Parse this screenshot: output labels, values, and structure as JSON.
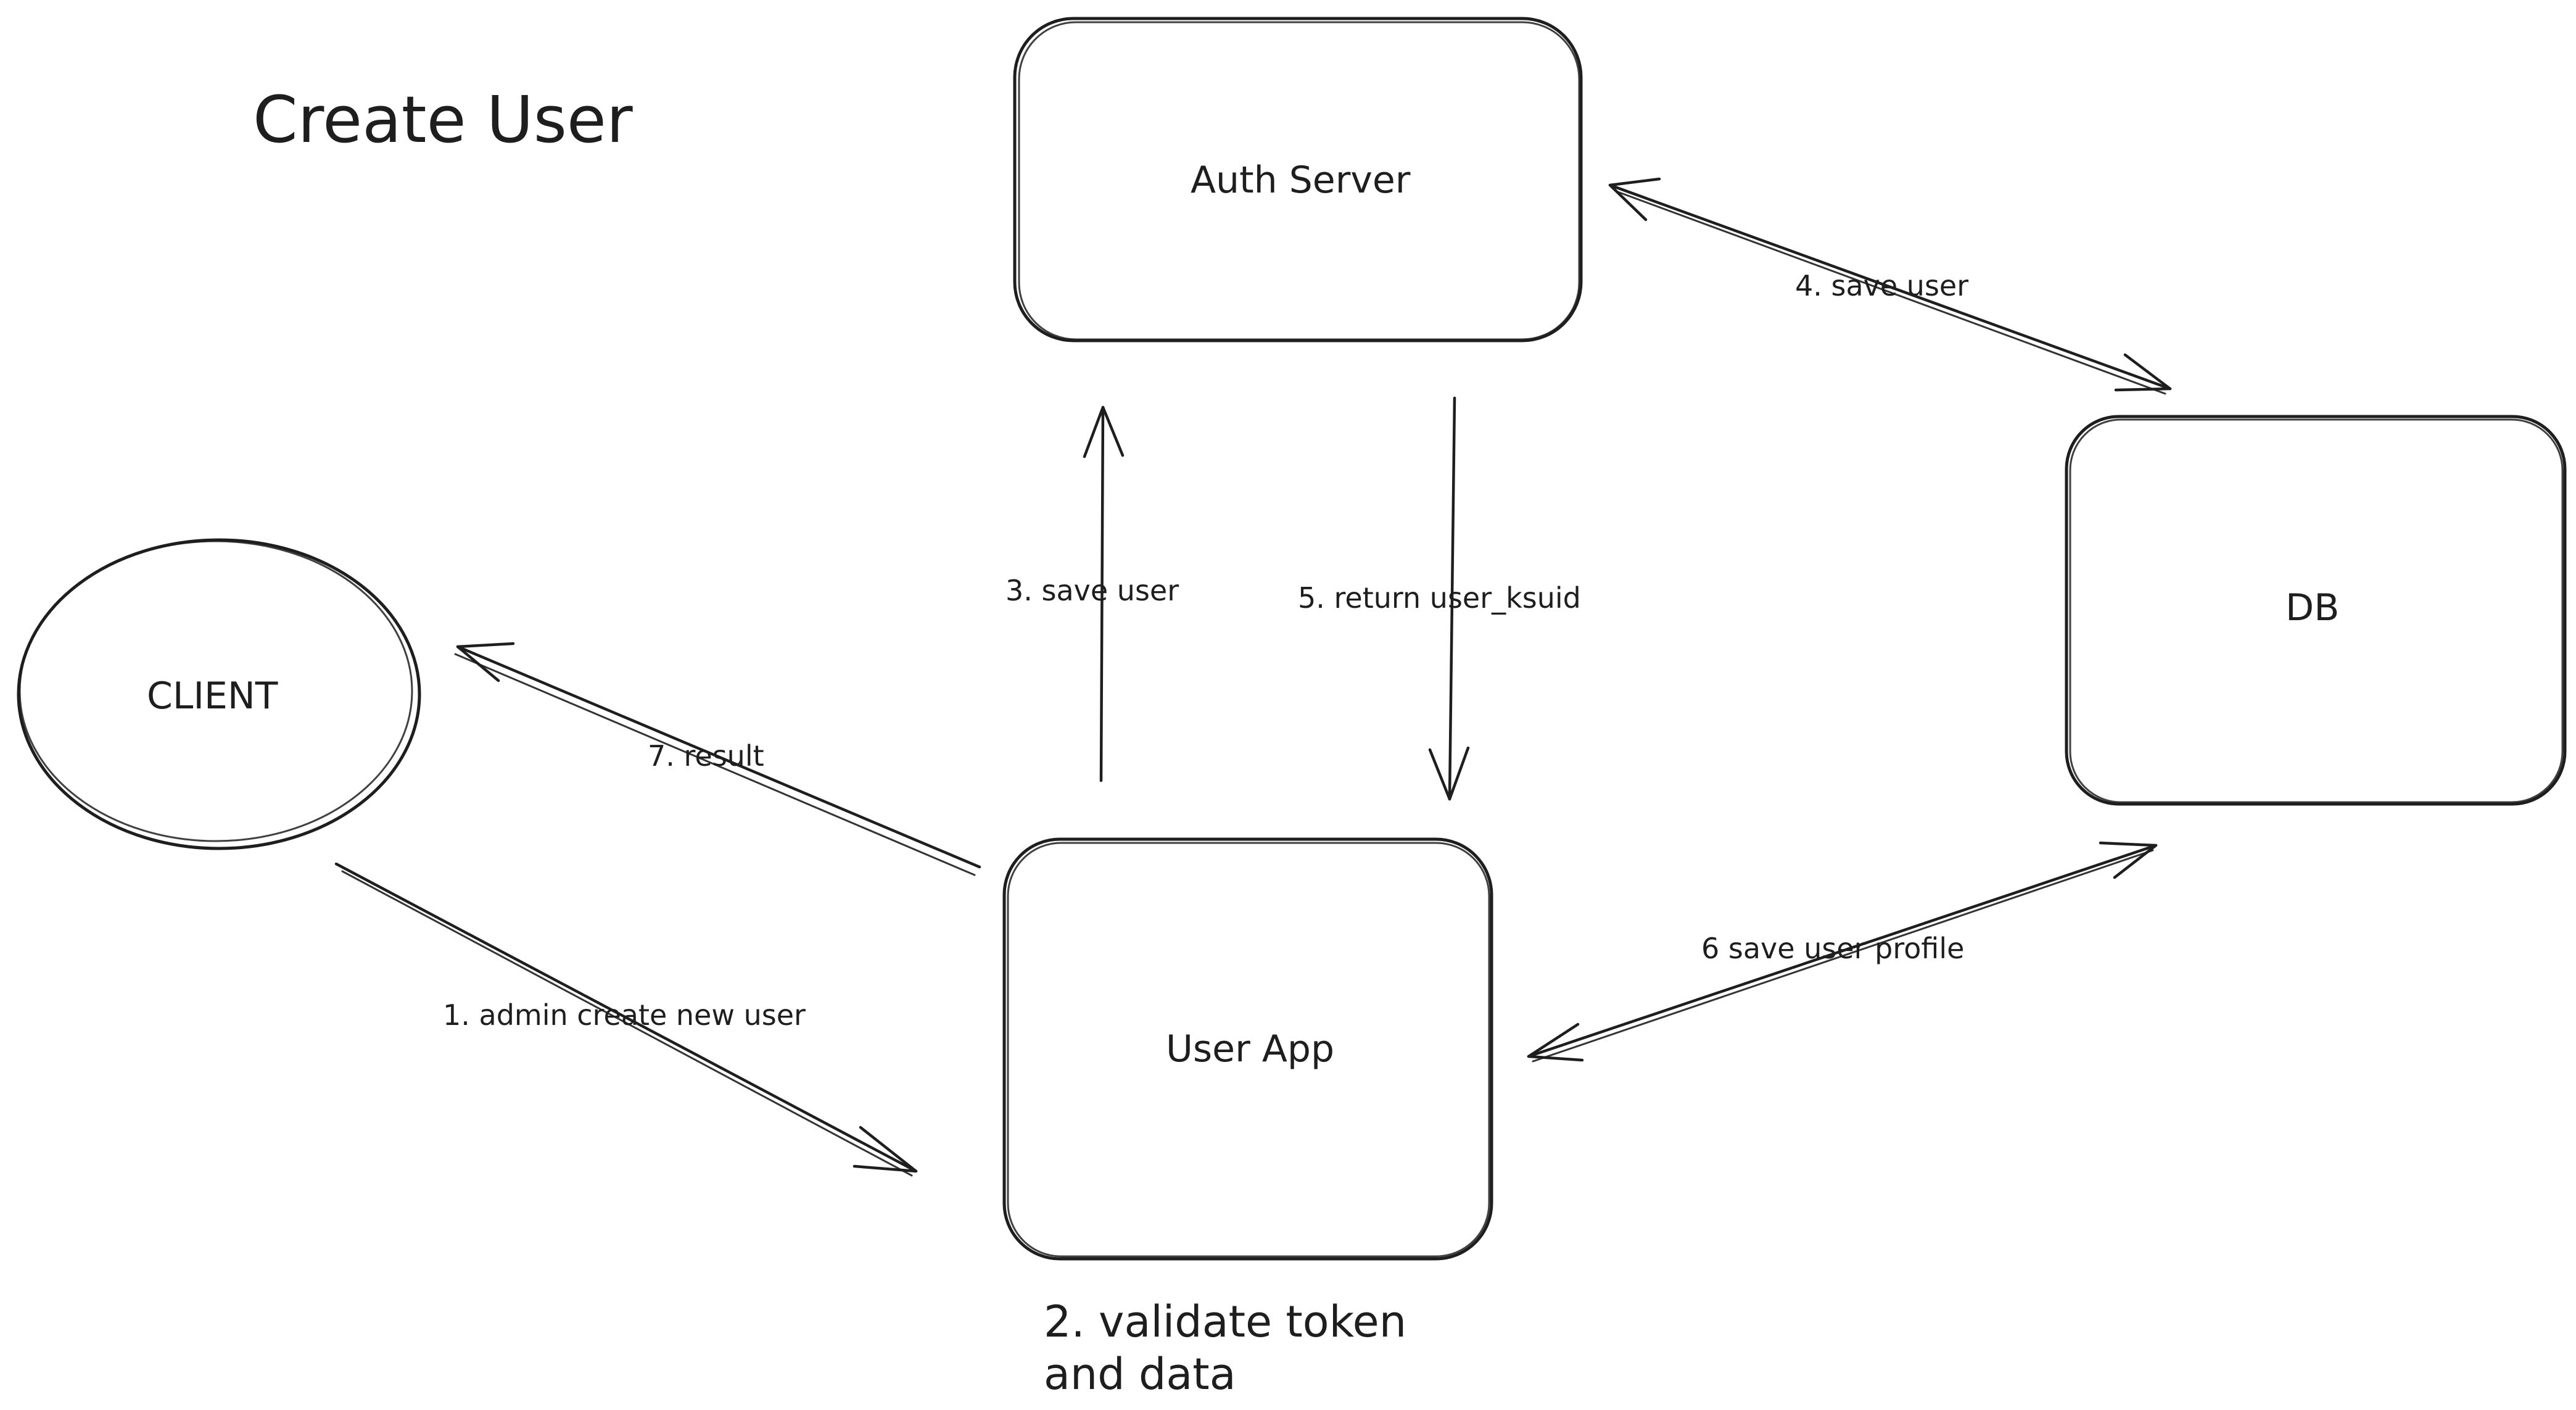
{
  "title": "Create User",
  "nodes": {
    "client": "CLIENT",
    "auth_server": "Auth Server",
    "db": "DB",
    "user_app": "User App"
  },
  "edges": {
    "step1": "1. admin create new user",
    "step3": "3. save user",
    "step4": "4. save user",
    "step5": "5. return user_ksuid",
    "step6": "6 save user profile",
    "step7": "7. result"
  },
  "notes": {
    "step2_line1": "2. validate token",
    "step2_line2": "and data"
  }
}
